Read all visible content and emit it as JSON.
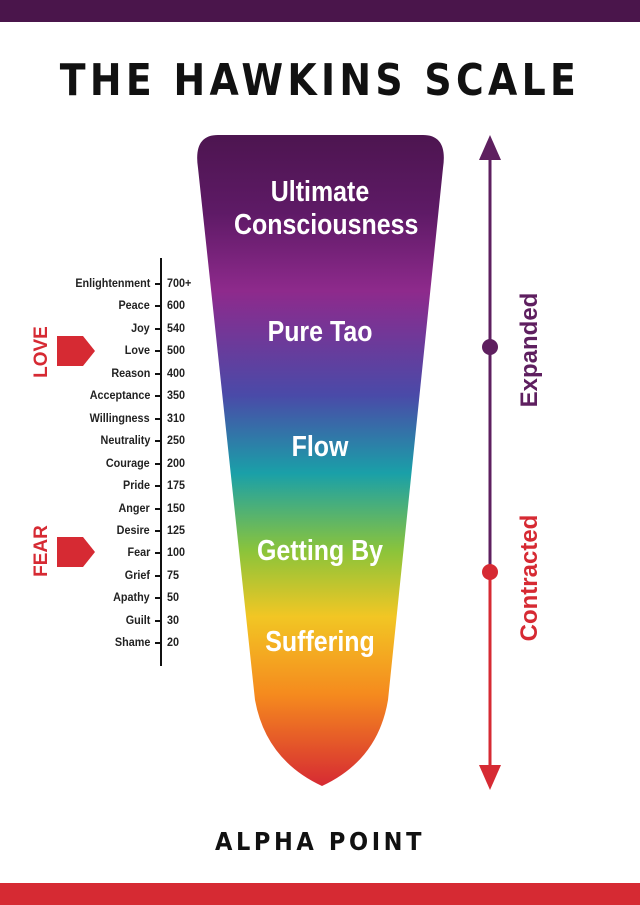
{
  "title": "THE HAWKINS SCALE",
  "footer": "ALPHA POINT",
  "colors": {
    "top_bar": "#4a154b",
    "bottom_bar": "#d62a33",
    "love_red": "#d62a33",
    "expanded_purple": "#5e1f5f",
    "contracted_red": "#d62a33"
  },
  "zones": [
    "Ultimate Consciousness",
    "Pure Tao",
    "Flow",
    "Getting By",
    "Suffering"
  ],
  "levels": [
    {
      "name": "Enlightenment",
      "value": "700+"
    },
    {
      "name": "Peace",
      "value": "600"
    },
    {
      "name": "Joy",
      "value": "540"
    },
    {
      "name": "Love",
      "value": "500"
    },
    {
      "name": "Reason",
      "value": "400"
    },
    {
      "name": "Acceptance",
      "value": "350"
    },
    {
      "name": "Willingness",
      "value": "310"
    },
    {
      "name": "Neutrality",
      "value": "250"
    },
    {
      "name": "Courage",
      "value": "200"
    },
    {
      "name": "Pride",
      "value": "175"
    },
    {
      "name": "Anger",
      "value": "150"
    },
    {
      "name": "Desire",
      "value": "125"
    },
    {
      "name": "Fear",
      "value": "100"
    },
    {
      "name": "Grief",
      "value": "75"
    },
    {
      "name": "Apathy",
      "value": "50"
    },
    {
      "name": "Guilt",
      "value": "30"
    },
    {
      "name": "Shame",
      "value": "20"
    }
  ],
  "markers": {
    "love": "LOVE",
    "fear": "FEAR"
  },
  "axis": {
    "expanded": "Expanded",
    "contracted": "Contracted"
  }
}
